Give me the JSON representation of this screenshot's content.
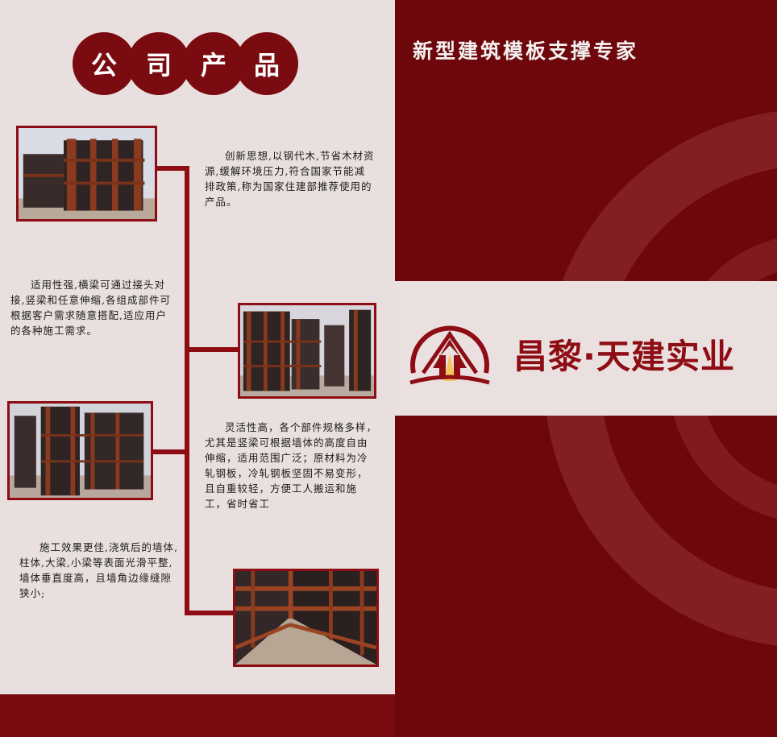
{
  "left_panel": {
    "title_chars": [
      "公",
      "司",
      "产",
      "品"
    ],
    "paragraphs": {
      "p1": "创新思想,以钢代木,节省木材资源,缓解环境压力,符合国家节能减排政策,称为国家住建部推荐使用的产品。",
      "p2": "适用性强,横梁可通过接头对接,竖梁和任意伸缩,各组成部件可根据客户需求随意搭配,适应用户的各种施工需求。",
      "p3": "灵活性高，各个部件规格多样，尤其是竖梁可根据墙体的高度自由伸缩，适用范围广泛；原材料为冷轧钢板，冷轧钢板坚固不易变形，且自重较轻，方便工人搬运和施工，省时省工",
      "p4": "施工效果更佳,浇筑后的墙体,柱体,大梁,小梁等表面光滑平整,墙体垂直度高，且墙角边缘缝隙狭小;"
    }
  },
  "right_panel": {
    "slogan": "新型建筑模板支撑专家",
    "company_name": "昌黎·天建实业"
  },
  "colors": {
    "brand_red": "#7a0b10",
    "accent_gold": "#f3c55a",
    "band_bg": "#ebe0e0"
  }
}
